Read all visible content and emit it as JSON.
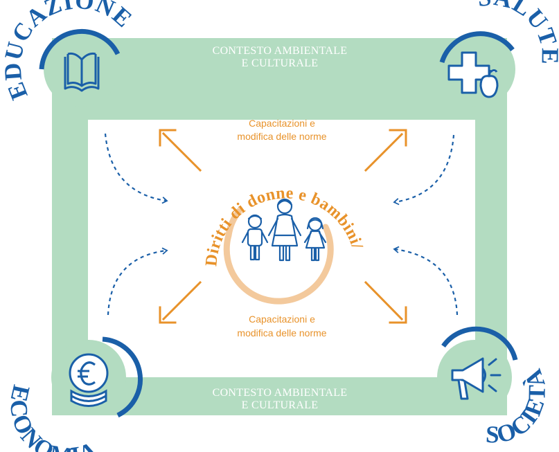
{
  "band_top": {
    "line1": "CONTESTO AMBIENTALE",
    "line2": "E CULTURALE"
  },
  "band_bottom": {
    "line1": "CONTESTO AMBIENTALE",
    "line2": "E CULTURALE"
  },
  "caption_top": {
    "line1": "Capacitazioni e",
    "line2": "modifica delle norme"
  },
  "caption_bottom": {
    "line1": "Capacitazioni e",
    "line2": "modifica delle norme"
  },
  "center_title": "Diritti di donne e bambini/e",
  "corners": {
    "top_left": {
      "label": "EDUCAZIONE",
      "icon": "book-icon"
    },
    "top_right": {
      "label": "SALUTE",
      "icon": "health-cross-apple-icon"
    },
    "bottom_left": {
      "label": "ECONOMIA",
      "icon": "euro-coins-icon"
    },
    "bottom_right": {
      "label": "SOCIETÀ",
      "icon": "megaphone-icon"
    }
  },
  "colors": {
    "green_frame": "#b3dcc1",
    "blue": "#1a5fa8",
    "orange": "#e8922a",
    "peach_ring": "#f3c99c"
  }
}
